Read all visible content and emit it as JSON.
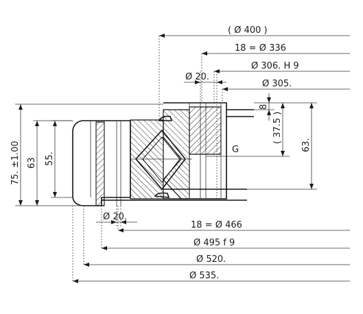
{
  "dimensions": {
    "d400": "( Ø 400 )",
    "d336": "18 =    Ø 336",
    "d306": "Ø 306. H 9",
    "d305": "Ø 305.",
    "d20_top": "Ø 20.",
    "h8": "8",
    "h37": "( 37.5 )",
    "h63_right": "63.",
    "gear_g": "G",
    "h75": "75. ±1.00",
    "h63_left": "63",
    "h55": "55.",
    "d20_bottom": "Ø 20.",
    "d466": "18 =    Ø 466",
    "d495": "Ø 495 f 9",
    "d520": "Ø 520.",
    "d535": "Ø 535."
  }
}
